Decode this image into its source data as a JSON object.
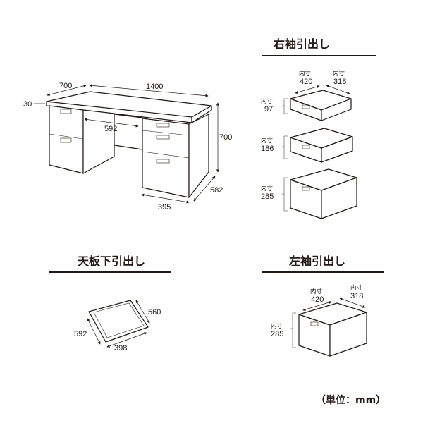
{
  "desk": {
    "width": "700",
    "length": "1400",
    "top_thickness": "30",
    "knee_width": "592",
    "height": "700",
    "depth": "582",
    "pedestal_width": "395"
  },
  "right_drawers": {
    "title": "右袖引出し",
    "inner_label": "内寸",
    "width": "420",
    "depth": "318",
    "heights": [
      "97",
      "186",
      "285"
    ]
  },
  "center_drawer": {
    "title": "天板下引出し",
    "width": "560",
    "depth": "592",
    "front": "398"
  },
  "left_drawer": {
    "title": "左袖引出し",
    "inner_label": "内寸",
    "width": "420",
    "depth": "318",
    "height": "285"
  },
  "unit": "（単位：mm）"
}
